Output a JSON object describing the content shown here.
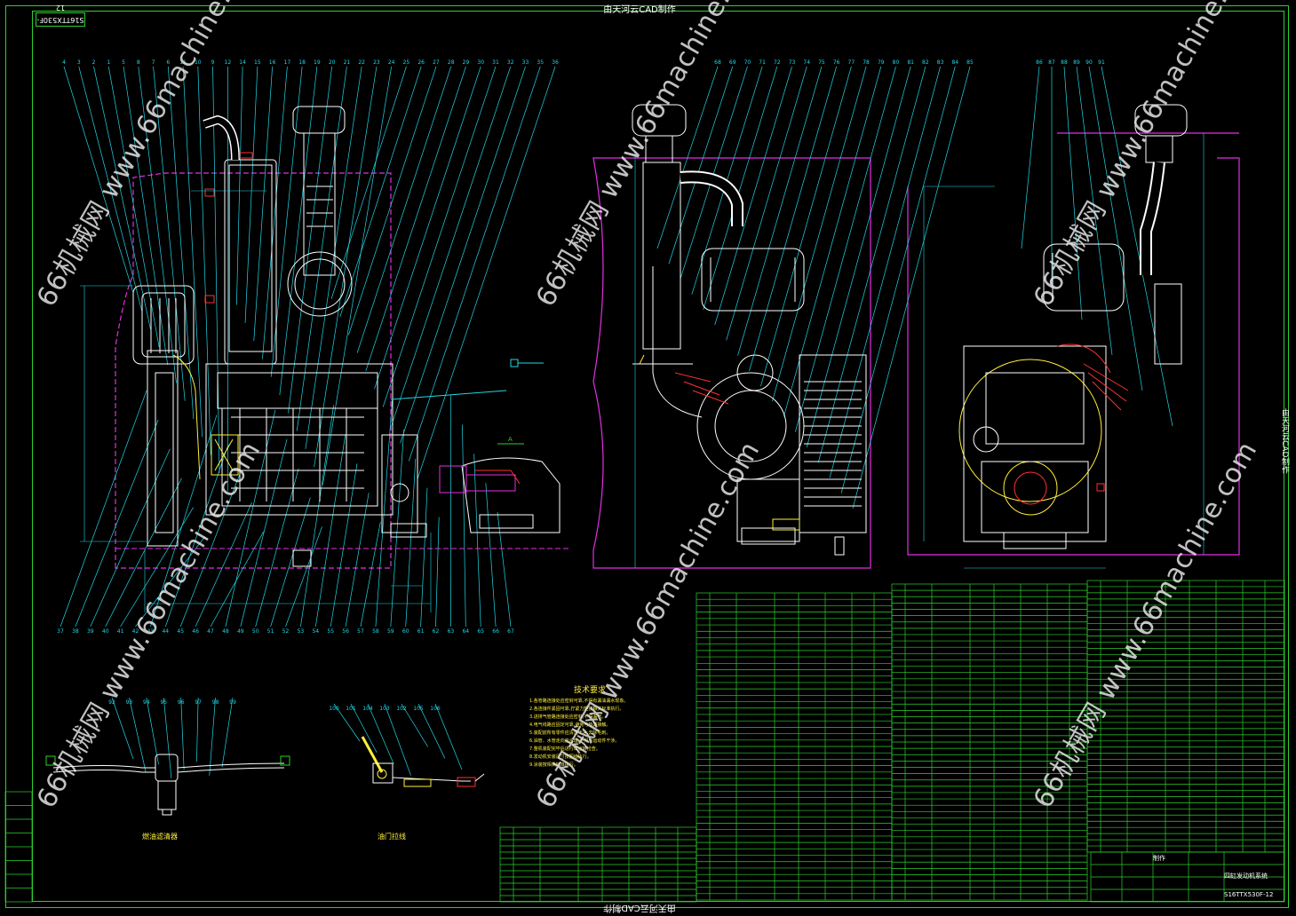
{
  "drawing": {
    "top_title": "由天河云CAD制作",
    "bottom_title": "由天河云CAD制作",
    "side_title": "由天河云CAD制作",
    "stamp_code": "S16TTX530F-12",
    "drawing_number": "S16TTX530F-12",
    "drawing_name": "四缸发动机系统",
    "company": "制作"
  },
  "watermark": {
    "text_cn": "66机械网",
    "text_url": "www.66machine.com"
  },
  "tech_requirements": {
    "title": "技术要求",
    "notes": [
      "1.各管路连接处应密封可靠,不得有漏油漏水现象。",
      "2.各连接件紧固可靠,拧紧力矩按相关标准执行。",
      "3.进排气管路连接处应密封,不得漏气。",
      "4.电气线路应固定可靠,避免与热源接触。",
      "5.装配前所有零件应清洗干净,去除毛刺。",
      "6.油管、水管走向应合理,不得与运动件干涉。",
      "7.整机装配完毕后进行试运转检查。",
      "8.发动机安装尺寸按图纸执行。",
      "9.涂装按相关标准执行。"
    ]
  },
  "sub_views": {
    "left_label": "燃油滤清器",
    "right_label": "油门拉线"
  },
  "balloons_top_left": [
    "4",
    "3",
    "2",
    "1",
    "5",
    "8",
    "7",
    "6",
    "11",
    "10",
    "9",
    "12",
    "14",
    "15",
    "16",
    "17",
    "18",
    "19",
    "20",
    "21",
    "22",
    "23",
    "24",
    "25",
    "26",
    "27",
    "28",
    "29",
    "30",
    "31",
    "32",
    "33",
    "35",
    "36"
  ],
  "balloons_top_mid": [
    "68",
    "69",
    "70",
    "71",
    "72",
    "73",
    "74",
    "75",
    "76",
    "77",
    "78",
    "79",
    "80",
    "81",
    "82",
    "83",
    "84",
    "85"
  ],
  "balloons_top_right": [
    "86",
    "87",
    "88",
    "89",
    "90",
    "91"
  ],
  "balloons_bottom_left": [
    "37",
    "38",
    "39",
    "40",
    "41",
    "42",
    "43",
    "44",
    "45",
    "46",
    "47",
    "48",
    "49",
    "50",
    "51",
    "52",
    "53",
    "54",
    "55",
    "56",
    "57",
    "58",
    "59",
    "60",
    "61",
    "62",
    "63",
    "64",
    "65",
    "66",
    "67"
  ],
  "balloons_sub_left": [
    "92",
    "93",
    "94",
    "95",
    "96",
    "97",
    "98",
    "99"
  ],
  "balloons_sub_right": [
    "100",
    "101",
    "104",
    "103",
    "102",
    "105",
    "106"
  ],
  "colors": {
    "frame": "#2cd12c",
    "leader": "#22d7e6",
    "outline": "#ffffff",
    "envelope": "#e22fe2",
    "yellow": "#ffef3c",
    "red": "#ff3030",
    "green": "#2cd12c"
  }
}
